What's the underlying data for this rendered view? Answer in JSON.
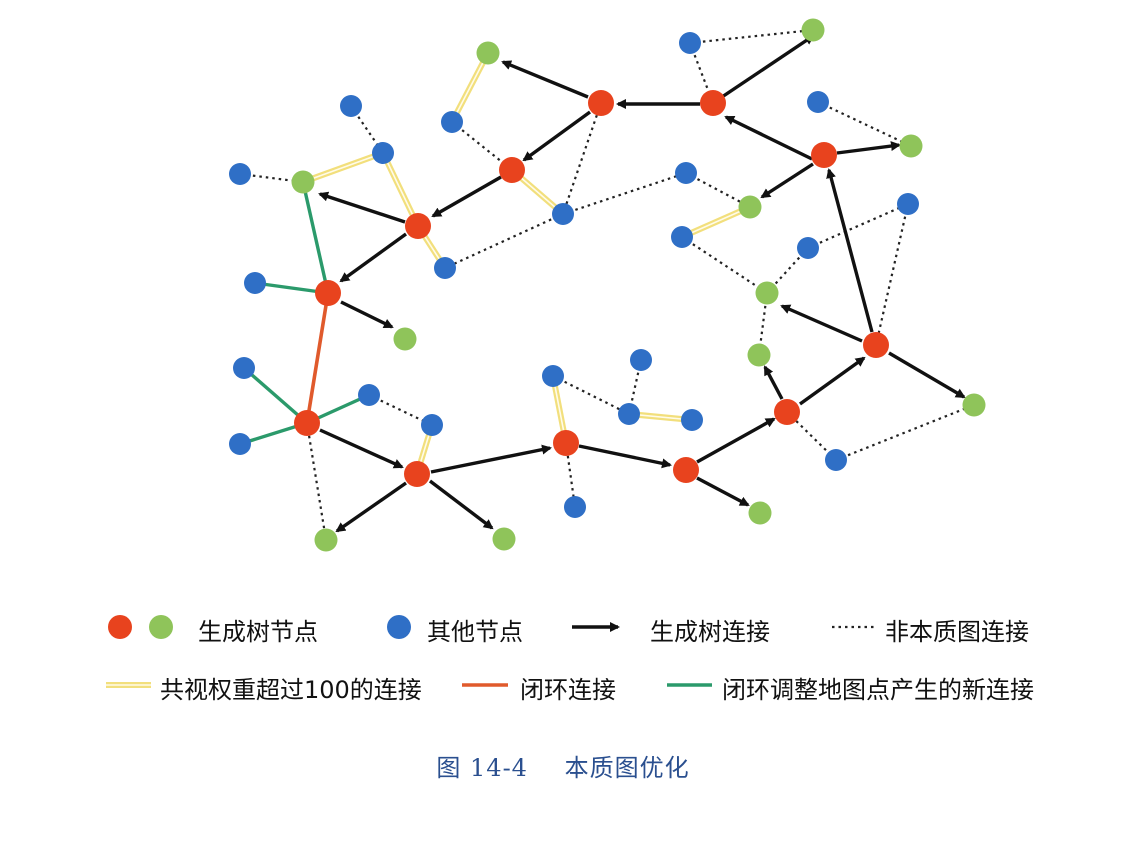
{
  "legend": {
    "spanning_tree_nodes": "生成树节点",
    "other_nodes": "其他节点",
    "spanning_tree_edges": "生成树连接",
    "non_essential_edges": "非本质图连接",
    "covisibility_edges": "共视权重超过100的连接",
    "loop_closure_edges": "闭环连接",
    "loop_adjust_new_edges": "闭环调整地图点产生的新连接"
  },
  "caption": {
    "label": "图 14-4",
    "title": "本质图优化"
  },
  "colors": {
    "spanning_tree_node": "#e8431e",
    "spanning_green_node": "#8fc45a",
    "other_node": "#2f6fc6",
    "arrow": "#111111",
    "dotted": "#222222",
    "covisibility": "#f2df7c",
    "loop_closure": "#e05a2c",
    "loop_adjust": "#2b9a6b"
  }
}
